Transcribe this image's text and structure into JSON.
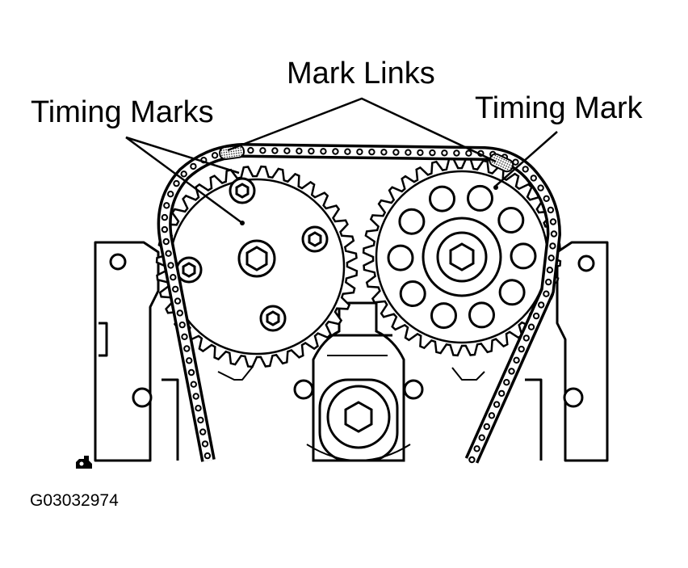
{
  "labels": {
    "mark_links": "Mark Links",
    "timing_marks": "Timing Marks",
    "timing_mark": "Timing Mark"
  },
  "figure_id": "G03032974",
  "icons": {
    "view_icon": "engine-view-icon"
  }
}
